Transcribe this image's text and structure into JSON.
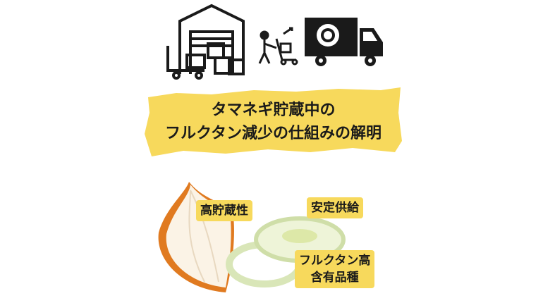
{
  "title": {
    "line1": "タマネギ貯蔵中の",
    "line2": "フルクタン減少の仕組みの解明"
  },
  "tags": {
    "storage": "高貯蔵性",
    "supply": "安定供給",
    "fructan_line1": "フルクタン高",
    "fructan_line2": "含有品種"
  },
  "colors": {
    "banner": "#f7d95c",
    "ink": "#1a1a1a",
    "onion_skin": "#e07a20"
  }
}
